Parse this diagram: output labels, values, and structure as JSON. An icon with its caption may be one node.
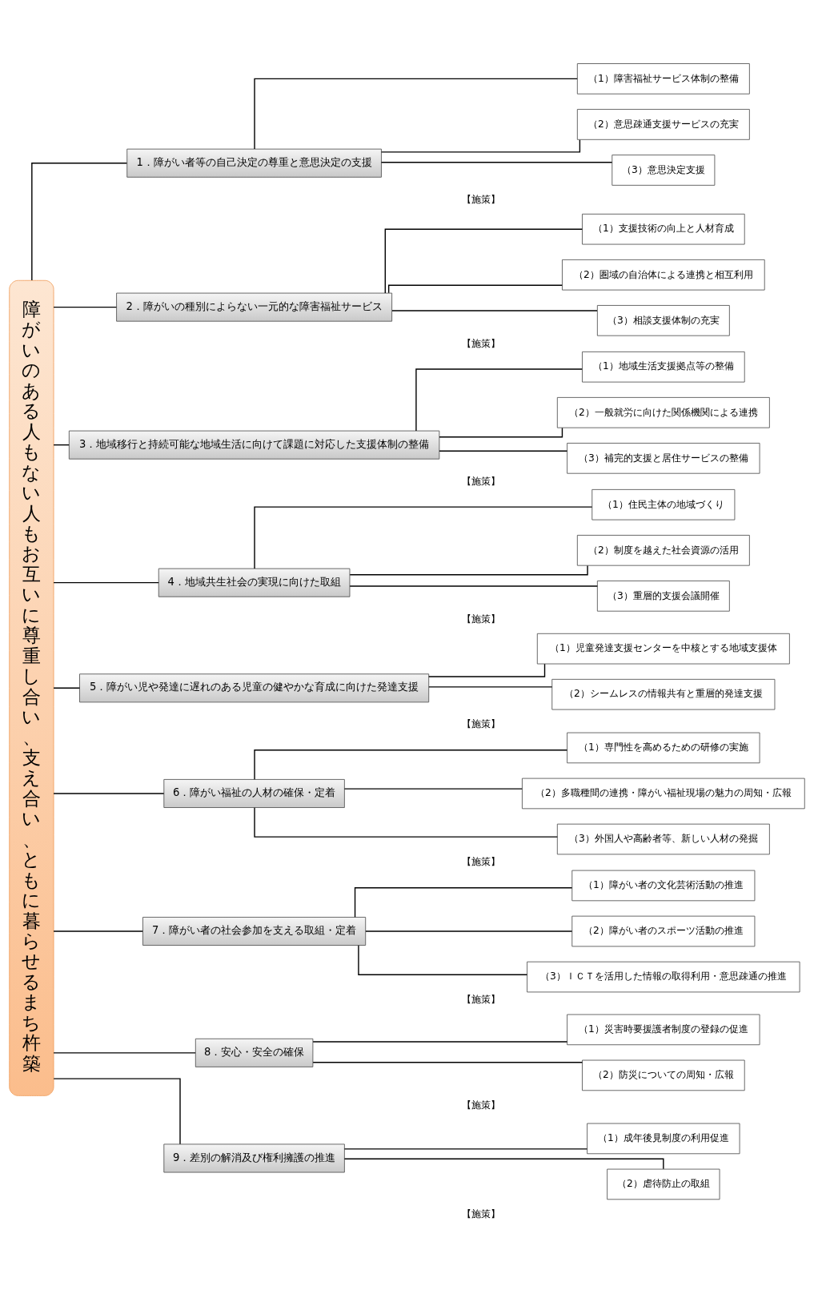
{
  "diagram": {
    "nodes": [
      {
        "text": [
          "障がいのある人もない人もお互いに尊重し合い、支え合い、ともに暮らせるまち杵築"
        ]
      },
      {
        "text": [
          "1．障がい者等の自己決定の尊重と意思決定の支援"
        ]
      },
      {
        "text": [
          "（1）障害福祉サービス体制の整備"
        ]
      },
      {
        "text": [
          "（2）意思疎通支援サービスの充実"
        ]
      },
      {
        "text": [
          "（3）意思決定支援"
        ]
      },
      {
        "text": [
          "2．障がいの種別によらない一元的な障害福祉サービス"
        ]
      },
      {
        "text": [
          "（1）支援技術の向上と人材育成"
        ]
      },
      {
        "text": [
          "（2）圏域の自治体による連携と相互利用"
        ]
      },
      {
        "text": [
          "（3）相談支援体制の充実"
        ]
      },
      {
        "text": [
          "3．地域移行と持続可能な地域生活に向けて課題に対応した支援体制の整備"
        ]
      },
      {
        "text": [
          "（1）地域生活支援拠点等の整備"
        ]
      },
      {
        "text": [
          "（2）一般就労に向けた関係機関による連携"
        ]
      },
      {
        "text": [
          "（3）補完的支援と居住サービスの整備"
        ]
      },
      {
        "text": [
          "4．地域共生社会の実現に向けた取組"
        ]
      },
      {
        "text": [
          "（1）住民主体の地域づくり"
        ]
      },
      {
        "text": [
          "（2）制度を越えた社会資源の活用"
        ]
      },
      {
        "text": [
          "（3）重層的支援会議開催"
        ]
      },
      {
        "text": [
          "5．障がい児や発達に遅れのある児童の健やかな育成に向けた発達支援"
        ]
      },
      {
        "text": [
          "（1）児童発達支援センターを中核とする地域支援体"
        ]
      },
      {
        "text": [
          "（2）シームレスの情報共有と重層的発達支援"
        ]
      },
      {
        "text": [
          "6．障がい福祉の人材の確保・定着"
        ]
      },
      {
        "text": [
          "（1）専門性を高めるための研修の実施"
        ]
      },
      {
        "text": [
          "（2）多職種間の連携・障がい福祉現場の魅力の周知・広報"
        ]
      },
      {
        "text": [
          "（3）外国人や高齢者等、新しい人材の発掘"
        ]
      },
      {
        "text": [
          "7．障がい者の社会参加を支える取組・定着"
        ]
      },
      {
        "text": [
          "（1）障がい者の文化芸術活動の推進"
        ]
      },
      {
        "text": [
          "（2）障がい者のスポーツ活動の推進"
        ]
      },
      {
        "text": [
          "（3）ＩＣＴを活用した情報の取得利用・意思疎通の推進"
        ]
      },
      {
        "text": [
          "8．安心・安全の確保"
        ]
      },
      {
        "text": [
          "（1）災害時要援護者制度の登録の促進"
        ]
      },
      {
        "text": [
          "（2）防災についての周知・広報"
        ]
      },
      {
        "text": [
          "9．差別の解消及び権利擁護の推進"
        ]
      },
      {
        "text": [
          "（1）成年後見制度の利用促進"
        ]
      },
      {
        "text": [
          "（2）虐待防止の取組"
        ]
      }
    ],
    "edges": [
      {
        "from": 0,
        "to": 1,
        "arrow": "none"
      },
      {
        "from": 1,
        "to": 2,
        "arrow": "none"
      },
      {
        "from": 1,
        "to": 3,
        "arrow": "none"
      },
      {
        "from": 1,
        "to": 4,
        "arrow": "none"
      },
      {
        "from": 0,
        "to": 5,
        "arrow": "none"
      },
      {
        "from": 5,
        "to": 6,
        "arrow": "none"
      },
      {
        "from": 5,
        "to": 7,
        "arrow": "none"
      },
      {
        "from": 5,
        "to": 8,
        "arrow": "none"
      },
      {
        "from": 0,
        "to": 9,
        "arrow": "none"
      },
      {
        "from": 9,
        "to": 10,
        "arrow": "none"
      },
      {
        "from": 9,
        "to": 11,
        "arrow": "none"
      },
      {
        "from": 9,
        "to": 12,
        "arrow": "none"
      },
      {
        "from": 0,
        "to": 13,
        "arrow": "none"
      },
      {
        "from": 13,
        "to": 14,
        "arrow": "none"
      },
      {
        "from": 13,
        "to": 15,
        "arrow": "none"
      },
      {
        "from": 13,
        "to": 16,
        "arrow": "none"
      },
      {
        "from": 0,
        "to": 17,
        "arrow": "none"
      },
      {
        "from": 17,
        "to": 18,
        "arrow": "none"
      },
      {
        "from": 17,
        "to": 19,
        "arrow": "none"
      },
      {
        "from": 0,
        "to": 20,
        "arrow": "none"
      },
      {
        "from": 20,
        "to": 21,
        "arrow": "none"
      },
      {
        "from": 20,
        "to": 22,
        "arrow": "none"
      },
      {
        "from": 20,
        "to": 23,
        "arrow": "none"
      },
      {
        "from": 0,
        "to": 24,
        "arrow": "none"
      },
      {
        "from": 24,
        "to": 25,
        "arrow": "none"
      },
      {
        "from": 24,
        "to": 26,
        "arrow": "none"
      },
      {
        "from": 24,
        "to": 27,
        "arrow": "none"
      },
      {
        "from": 0,
        "to": 28,
        "arrow": "none"
      },
      {
        "from": 28,
        "to": 29,
        "arrow": "none"
      },
      {
        "from": 28,
        "to": 30,
        "arrow": "none"
      },
      {
        "from": 0,
        "to": 31,
        "arrow": "none"
      },
      {
        "from": 31,
        "to": 32,
        "arrow": "none"
      },
      {
        "from": 31,
        "to": 33,
        "arrow": "none"
      }
    ],
    "labels": [
      "【施策】",
      "【施策】",
      "【施策】",
      "【施策】",
      "【施策】",
      "【施策】",
      "【施策】",
      "【施策】",
      "【施策】"
    ]
  }
}
